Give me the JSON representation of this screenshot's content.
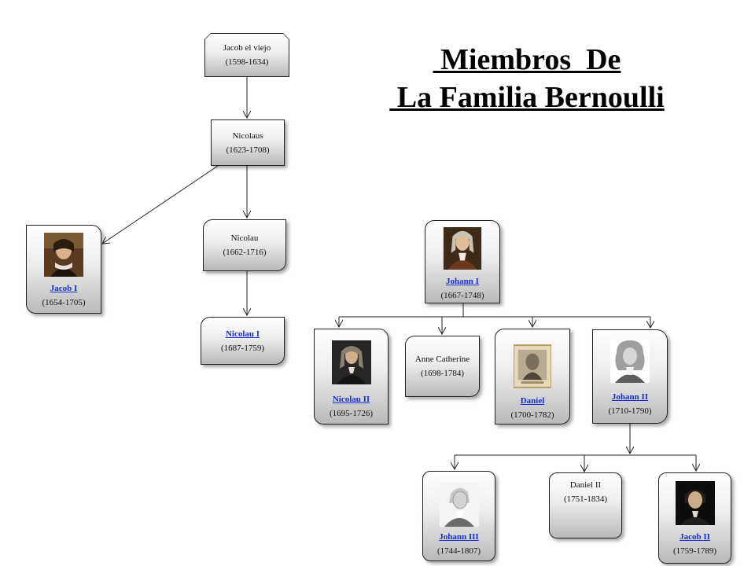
{
  "title": {
    "line1": " Miembros  De",
    "line2": " La Familia Bernoulli"
  },
  "nodes": {
    "jacob_el_viejo": {
      "name": "Jacob el viejo",
      "years": "(1598-1634)"
    },
    "nicolaus": {
      "name": "Nicolaus",
      "years": "(1623-1708)"
    },
    "nicolau": {
      "name": "Nicolau",
      "years": "(1662-1716)"
    },
    "nicolau_i": {
      "name": "Nicolau  I",
      "years": "(1687-1759)"
    },
    "jacob_i": {
      "name": "Jacob I",
      "years": "(1654-1705)",
      "icon": "portrait-icon"
    },
    "johann_i": {
      "name": "Johann I",
      "years": "(1667-1748)",
      "icon": "portrait-icon"
    },
    "nicolau_ii": {
      "name": "Nicolau II",
      "years": "(1695-1726)",
      "icon": "portrait-icon"
    },
    "anne_catherine": {
      "name": "Anne Catherine",
      "years": "(1698-1784)"
    },
    "daniel": {
      "name": "Daniel",
      "years": "(1700-1782)",
      "icon": "portrait-icon"
    },
    "johann_ii": {
      "name": "Johann II",
      "years": "(1710-1790)",
      "icon": "portrait-icon"
    },
    "johann_iii": {
      "name": "Johann III",
      "years": "(1744-1807)",
      "icon": "portrait-icon"
    },
    "daniel_ii": {
      "name": "Daniel II",
      "years": "(1751-1834)"
    },
    "jacob_ii": {
      "name": "Jacob II",
      "years": "(1759-1789)",
      "icon": "portrait-icon"
    }
  },
  "colors": {
    "link": "#1a2fd0",
    "border": "#222222",
    "line": "#222222"
  }
}
